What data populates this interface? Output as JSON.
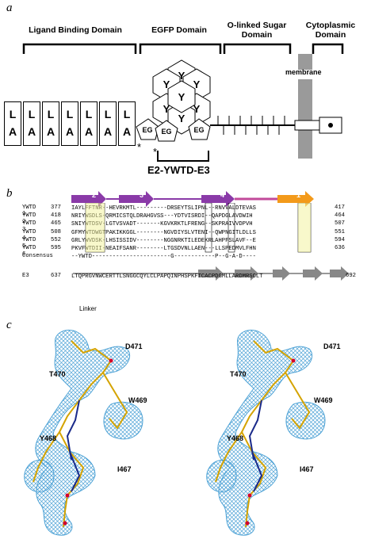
{
  "panel_a": {
    "letter": "a",
    "domains": [
      "Ligand Binding Domain",
      "EGFP Domain",
      "O-linked Sugar Domain",
      "Cytoplasmic Domain"
    ],
    "membrane_label": "membrane",
    "la_modules": [
      "LA",
      "LA",
      "LA",
      "LA",
      "LA",
      "LA",
      "LA"
    ],
    "y_blade_label": "Y",
    "eg_labels": [
      "EG",
      "EG",
      "EG"
    ],
    "asterisk": "*",
    "construct": "E2-YWTD-E3"
  },
  "panel_b": {
    "letter": "b",
    "strand_labels": [
      "2",
      "3",
      "4",
      "1"
    ],
    "rows": [
      {
        "name": "YWTD 1",
        "start": "377",
        "seq": "IAYLFFTNR--HEVRKMTL---------DRSEYTSLIPNL--RNVVALDTEVAS",
        "end": "417"
      },
      {
        "name": "YWTD 2",
        "start": "418",
        "seq": "NRIYWSDLS-QRMICSTQLDRAHGVSS---YDTVISRDI--QAPDGLAVDWIH",
        "end": "464"
      },
      {
        "name": "YWTD 3",
        "start": "465",
        "seq": "SNIYWTDSV-LGTVSVADT-------KGVKRKTLFRENG--SKPRAIVVDPVH",
        "end": "507"
      },
      {
        "name": "YWTD 4",
        "start": "508",
        "seq": "GFMYWTDWGTPAKIKKGGL--------NGVDIYSLVTENI--QWPNGITLDLLS",
        "end": "551"
      },
      {
        "name": "YWTD 5",
        "start": "552",
        "seq": "GRLYWVDSK-LHSISSIDV--------NGGNRKTILEDEKRLAHPFSLAVF--E",
        "end": "594"
      },
      {
        "name": "YWTD 6",
        "start": "595",
        "seq": "PKVFWTDII-NEAIFSANR--------LTGSDVNLLAEN---LLSPEDMVLFHN",
        "end": "636"
      }
    ],
    "consensus_name": "Consensus",
    "consensus": "--YWTD-----------------------G------------P--G-A-D----",
    "e3": {
      "name": "E3",
      "start": "637",
      "seq": "LTQPRGVNWCERTTLSNGGCQYLCLPAPQINPHSPKFTCACPDGMLLARDMRSCLT",
      "end": "692"
    },
    "linker_label": "Linker"
  },
  "panel_c": {
    "letter": "c",
    "residues": [
      "D471",
      "T470",
      "W469",
      "Y468",
      "I467"
    ]
  }
}
